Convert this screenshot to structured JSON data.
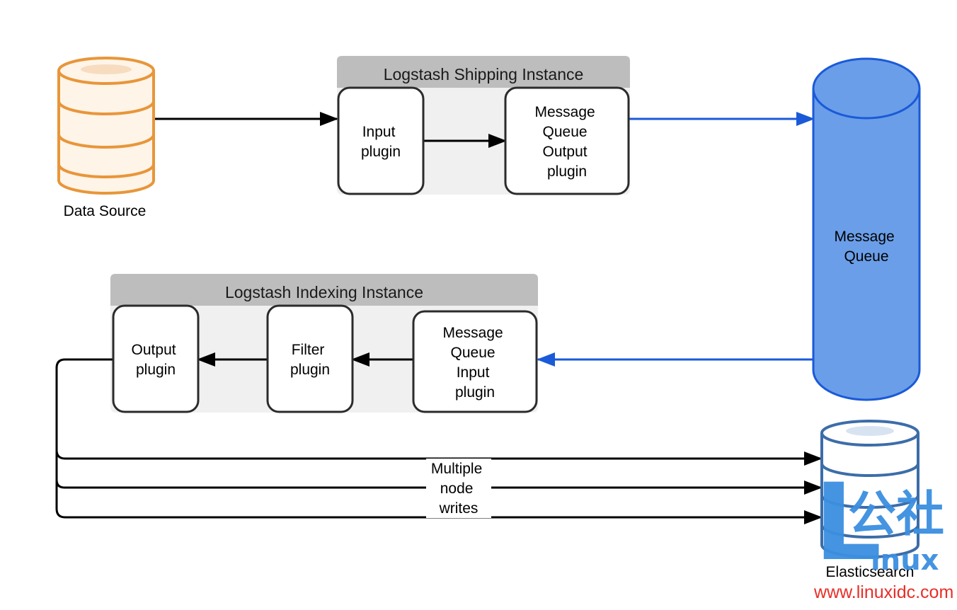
{
  "shipping_group": {
    "title": "Logstash Shipping Instance"
  },
  "indexing_group": {
    "title": "Logstash Indexing Instance"
  },
  "nodes": {
    "data_source": {
      "label": "Data Source"
    },
    "input_plugin": {
      "lines": [
        "Input",
        "plugin"
      ]
    },
    "mq_output_plugin": {
      "lines": [
        "Message",
        "Queue",
        "Output",
        "plugin"
      ]
    },
    "message_queue": {
      "lines": [
        "Message",
        "Queue"
      ]
    },
    "mq_input_plugin": {
      "lines": [
        "Message",
        "Queue",
        "Input",
        "plugin"
      ]
    },
    "filter_plugin": {
      "lines": [
        "Filter",
        "plugin"
      ]
    },
    "output_plugin": {
      "lines": [
        "Output",
        "plugin"
      ]
    },
    "elasticsearch": {
      "label": "Elasticsearch"
    }
  },
  "edges": {
    "multi_write_label": [
      "Multiple",
      "node",
      "writes"
    ]
  },
  "watermark": {
    "chinese": "公社",
    "letter": "L",
    "inux": "inux",
    "url": "www.linuxidc.com"
  },
  "colors": {
    "data_source_stroke": "#e8963a",
    "data_source_fill": "#fff4e8",
    "queue_fill": "#6b9ee8",
    "queue_stroke": "#1a5ad8",
    "blue_arrow": "#1a5ad8",
    "es_stroke": "#3c6da8",
    "group_fill": "#f0f0f0",
    "group_header": "#bdbdbd",
    "watermark_blue": "#3b8fe0",
    "watermark_red": "#e8231c"
  }
}
